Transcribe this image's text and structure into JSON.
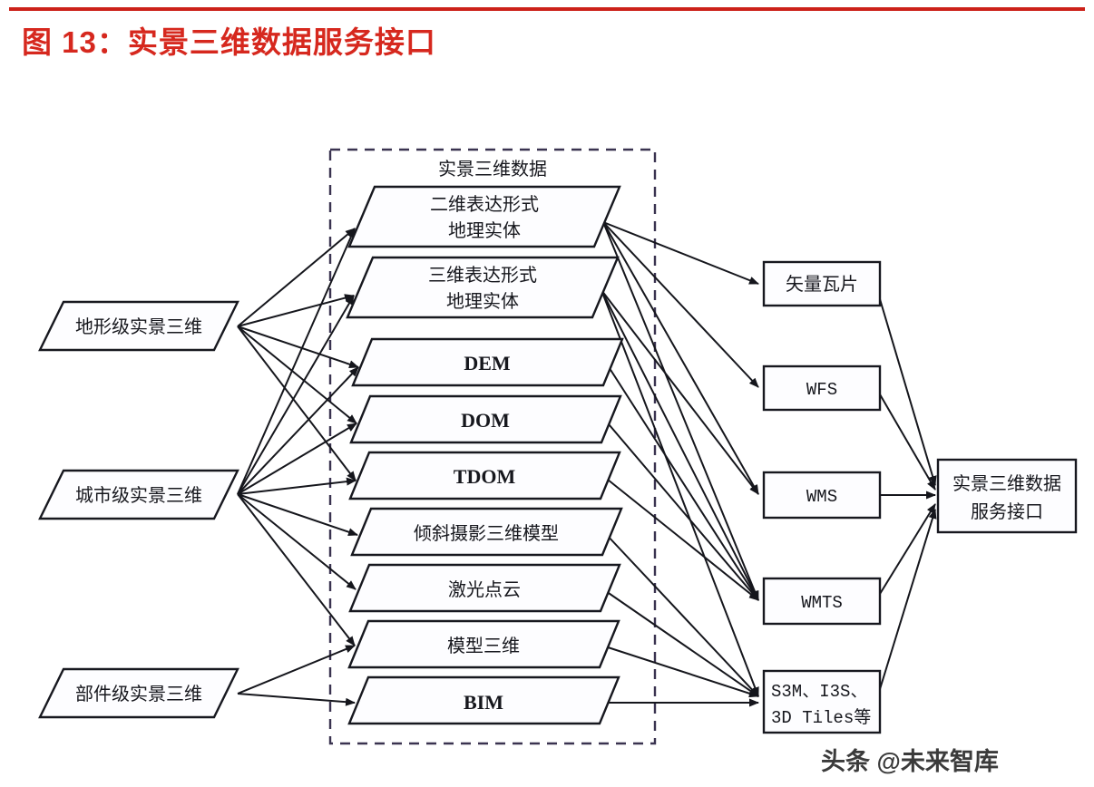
{
  "header": {
    "title": "图 13：实景三维数据服务接口",
    "accent_color": "#d6281e",
    "rule_color": "#cc2119"
  },
  "watermark": {
    "text": "头条 @未来智库"
  },
  "diagram": {
    "type": "flow-diagram",
    "group_label": "实景三维数据",
    "sources": [
      {
        "id": "terrain",
        "label": "地形级实景三维"
      },
      {
        "id": "city",
        "label": "城市级实景三维"
      },
      {
        "id": "component",
        "label": "部件级实景三维"
      }
    ],
    "data_items": [
      {
        "id": "d1",
        "label_line1": "二维表达形式",
        "label_line2": "地理实体",
        "script": "cjk"
      },
      {
        "id": "d2",
        "label_line1": "三维表达形式",
        "label_line2": "地理实体",
        "script": "cjk"
      },
      {
        "id": "d3",
        "label_line1": "DEM",
        "label_line2": "",
        "script": "latin"
      },
      {
        "id": "d4",
        "label_line1": "DOM",
        "label_line2": "",
        "script": "latin"
      },
      {
        "id": "d5",
        "label_line1": "TDOM",
        "label_line2": "",
        "script": "latin"
      },
      {
        "id": "d6",
        "label_line1": "倾斜摄影三维模型",
        "label_line2": "",
        "script": "cjk"
      },
      {
        "id": "d7",
        "label_line1": "激光点云",
        "label_line2": "",
        "script": "cjk"
      },
      {
        "id": "d8",
        "label_line1": "模型三维",
        "label_line2": "",
        "script": "cjk"
      },
      {
        "id": "d9",
        "label_line1": "BIM",
        "label_line2": "",
        "script": "latin"
      }
    ],
    "services": [
      {
        "id": "s1",
        "label_line1": "矢量瓦片",
        "label_line2": "",
        "script": "cjk"
      },
      {
        "id": "s2",
        "label_line1": "WFS",
        "label_line2": "",
        "script": "mono"
      },
      {
        "id": "s3",
        "label_line1": "WMS",
        "label_line2": "",
        "script": "mono"
      },
      {
        "id": "s4",
        "label_line1": "WMTS",
        "label_line2": "",
        "script": "mono"
      },
      {
        "id": "s5",
        "label_line1": "S3M、I3S、",
        "label_line2": "3D Tiles等",
        "script": "mono"
      }
    ],
    "sink": {
      "id": "api",
      "label_line1": "实景三维数据",
      "label_line2": "服务接口"
    },
    "edges_source_to_data": [
      [
        "terrain",
        "d1"
      ],
      [
        "terrain",
        "d2"
      ],
      [
        "terrain",
        "d3"
      ],
      [
        "terrain",
        "d4"
      ],
      [
        "terrain",
        "d5"
      ],
      [
        "city",
        "d1"
      ],
      [
        "city",
        "d2"
      ],
      [
        "city",
        "d3"
      ],
      [
        "city",
        "d4"
      ],
      [
        "city",
        "d5"
      ],
      [
        "city",
        "d6"
      ],
      [
        "city",
        "d7"
      ],
      [
        "city",
        "d8"
      ],
      [
        "component",
        "d8"
      ],
      [
        "component",
        "d9"
      ]
    ],
    "edges_data_to_service": [
      [
        "d1",
        "s1"
      ],
      [
        "d1",
        "s2"
      ],
      [
        "d1",
        "s3"
      ],
      [
        "d1",
        "s4"
      ],
      [
        "d2",
        "s3"
      ],
      [
        "d2",
        "s4"
      ],
      [
        "d2",
        "s5"
      ],
      [
        "d3",
        "s4"
      ],
      [
        "d4",
        "s4"
      ],
      [
        "d5",
        "s4"
      ],
      [
        "d6",
        "s5"
      ],
      [
        "d7",
        "s5"
      ],
      [
        "d8",
        "s5"
      ],
      [
        "d9",
        "s5"
      ]
    ],
    "edges_service_to_sink": [
      [
        "s1",
        "api"
      ],
      [
        "s2",
        "api"
      ],
      [
        "s3",
        "api"
      ],
      [
        "s4",
        "api"
      ],
      [
        "s5",
        "api"
      ]
    ]
  }
}
